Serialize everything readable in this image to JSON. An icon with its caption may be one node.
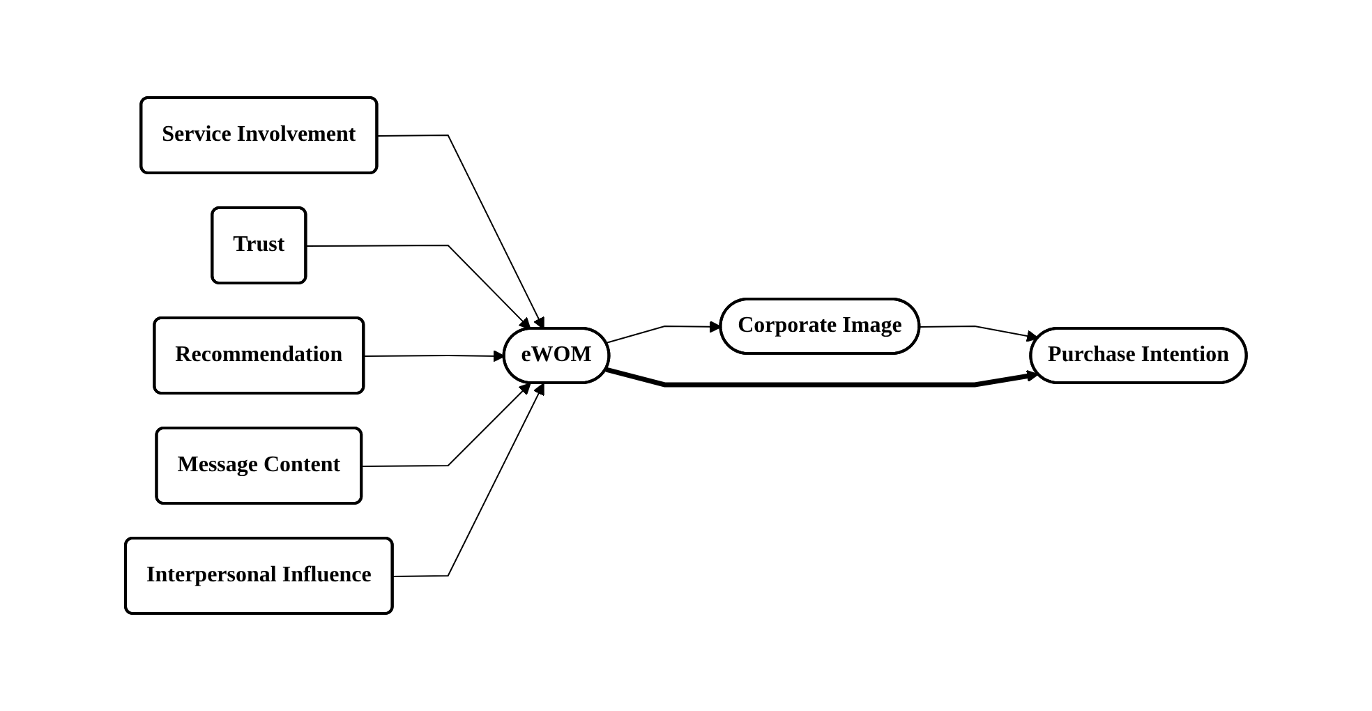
{
  "diagram": {
    "nodes": [
      {
        "text": [
          "Service Involvement"
        ]
      },
      {
        "text": [
          "Trust"
        ]
      },
      {
        "text": [
          "Recommendation"
        ]
      },
      {
        "text": [
          "Message Content"
        ]
      },
      {
        "text": [
          "Interpersonal Influence"
        ]
      },
      {
        "text": [
          "eWOM"
        ]
      },
      {
        "text": [
          "Corporate Image"
        ]
      },
      {
        "text": [
          "Purchase Intention"
        ]
      }
    ],
    "edges": [
      {
        "from": 0,
        "to": 5,
        "arrow": "to"
      },
      {
        "from": 1,
        "to": 5,
        "arrow": "to"
      },
      {
        "from": 2,
        "to": 5,
        "arrow": "to"
      },
      {
        "from": 3,
        "to": 5,
        "arrow": "to"
      },
      {
        "from": 4,
        "to": 5,
        "arrow": "to"
      },
      {
        "from": 5,
        "to": 6,
        "arrow": "to"
      },
      {
        "from": 6,
        "to": 7,
        "arrow": "to"
      },
      {
        "from": 5,
        "to": 7,
        "arrow": "to",
        "style": "thick"
      }
    ]
  }
}
